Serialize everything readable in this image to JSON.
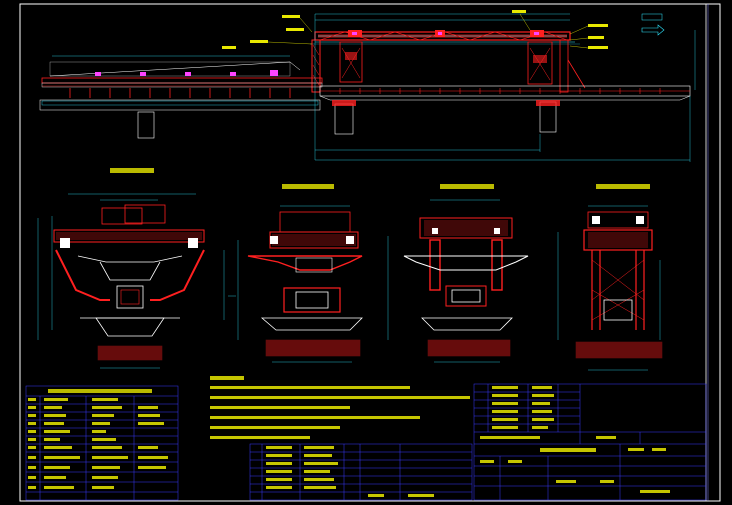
{
  "colors": {
    "background": "#000000",
    "frame": "#ffffff",
    "structure_red": "#ff2020",
    "dimension_cyan": "#2ee6ff",
    "text_yellow": "#e8e800",
    "text_green": "#6cff6c",
    "accent_magenta": "#ff44ff",
    "table_blue": "#3a3aff"
  },
  "drawing": {
    "views": [
      "elevation",
      "section-1",
      "section-2",
      "section-3",
      "section-4"
    ],
    "labels": []
  }
}
